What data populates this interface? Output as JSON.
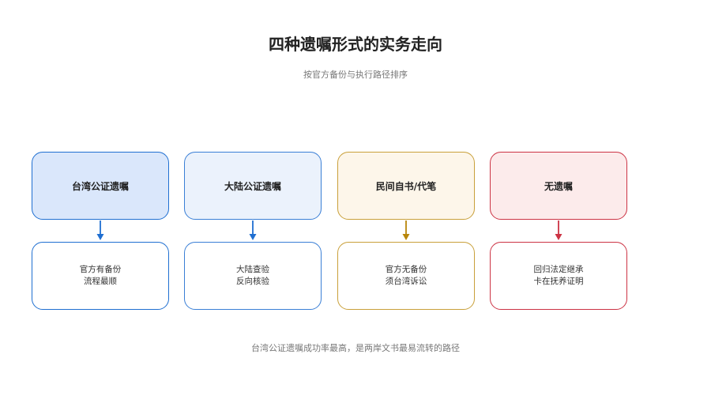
{
  "title": "四种遗嘱形式的实务走向",
  "subtitle": "按官方备份与执行路径排序",
  "columns": [
    {
      "heading": "台湾公证遗嘱",
      "line1": "官方有备份",
      "line2": "流程最顺",
      "border": "#1f6fd1",
      "fill": "#dae7fb",
      "arrow": "#1f6fd1"
    },
    {
      "heading": "大陆公证遗嘱",
      "line1": "大陆查验",
      "line2": "反向核验",
      "border": "#3a7fd6",
      "fill": "#ebf2fc",
      "arrow": "#1f6fd1"
    },
    {
      "heading": "民间自书/代笔",
      "line1": "官方无备份",
      "line2": "须台湾诉讼",
      "border": "#c9a03a",
      "fill": "#fdf6ea",
      "arrow": "#b8860b"
    },
    {
      "heading": "无遗嘱",
      "line1": "回归法定继承",
      "line2": "卡在抚养证明",
      "border": "#cc3344",
      "fill": "#fcebeb",
      "arrow": "#cc3344"
    }
  ],
  "footer_note": "台湾公证遗嘱成功率最高，是两岸文书最易流转的路径"
}
